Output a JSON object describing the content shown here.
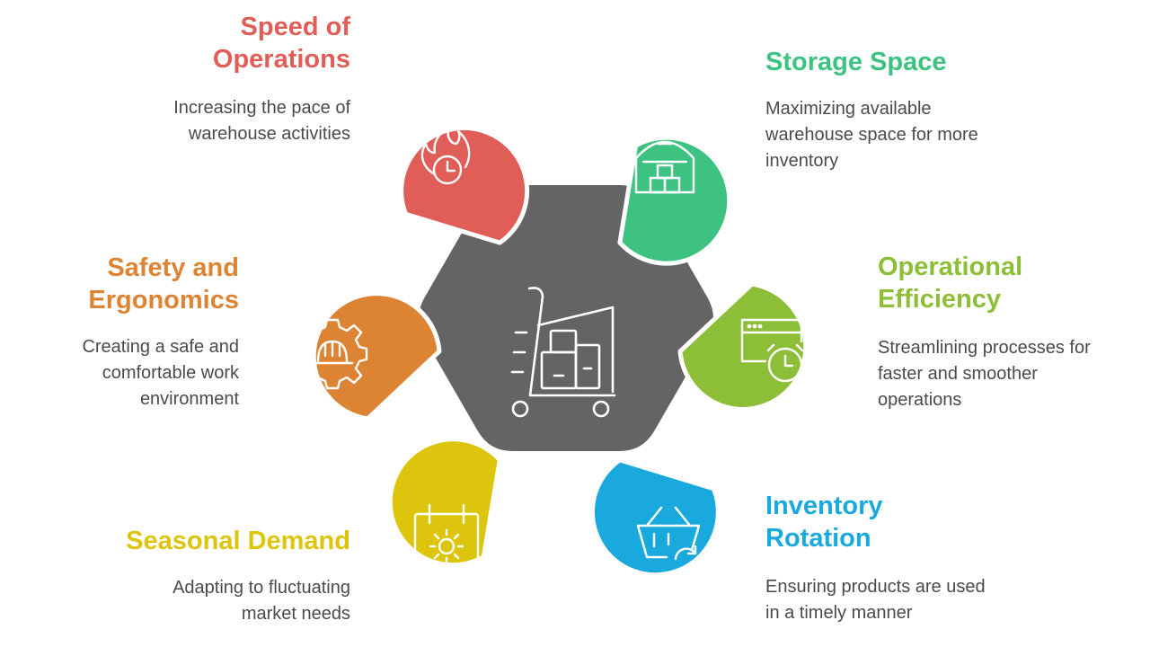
{
  "center": {
    "icon": "warehouse-cart-icon",
    "color": "#646464"
  },
  "items": [
    {
      "id": "speed",
      "title": "Speed of Operations",
      "description": "Increasing the pace of warehouse activities",
      "color": "#E05D58",
      "icon": "fire-clock-icon"
    },
    {
      "id": "storage",
      "title": "Storage Space",
      "description": "Maximizing available warehouse space for more inventory",
      "color": "#3DC281",
      "icon": "warehouse-boxes-icon"
    },
    {
      "id": "efficiency",
      "title": "Operational Efficiency",
      "description": "Streamlining processes for faster and smoother operations",
      "color": "#8DBE37",
      "icon": "browser-clock-icon"
    },
    {
      "id": "rotation",
      "title": "Inventory Rotation",
      "description": "Ensuring products are used in a timely manner",
      "color": "#1AA9DD",
      "icon": "basket-refresh-icon"
    },
    {
      "id": "seasonal",
      "title": "Seasonal Demand",
      "description": "Adapting to fluctuating market needs",
      "color": "#DDC50E",
      "icon": "calendar-sun-icon"
    },
    {
      "id": "safety",
      "title": "Safety and Ergonomics",
      "description": "Creating a safe and comfortable work environment",
      "color": "#DD8434",
      "icon": "gear-hardhat-icon"
    }
  ]
}
